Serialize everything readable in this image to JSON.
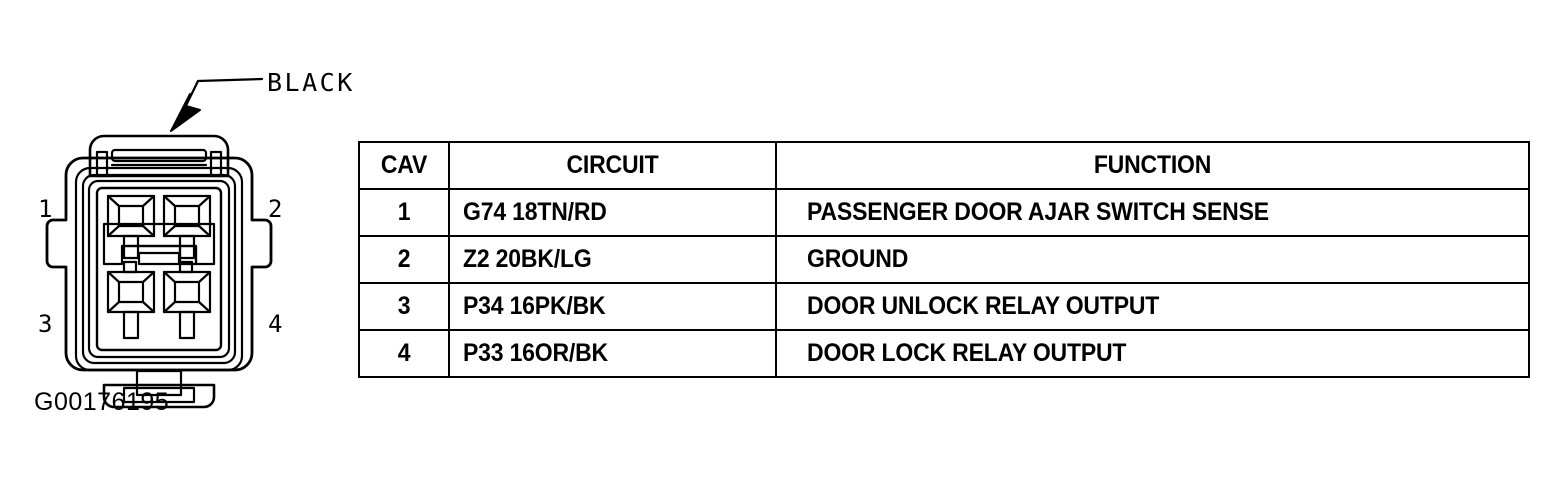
{
  "figure": {
    "id_label": "G00176195",
    "callout": {
      "label": "BLACK",
      "icon": "leader-arrow-icon"
    },
    "connector": {
      "name": "4-cavity-connector",
      "cavity_numbers": [
        "1",
        "2",
        "3",
        "4"
      ]
    }
  },
  "table": {
    "headers": {
      "cav": "CAV",
      "circuit": "CIRCUIT",
      "function": "FUNCTION"
    },
    "rows": [
      {
        "cav": "1",
        "circuit": "G74 18TN/RD",
        "function": "PASSENGER DOOR AJAR SWITCH SENSE"
      },
      {
        "cav": "2",
        "circuit": "Z2 20BK/LG",
        "function": "GROUND"
      },
      {
        "cav": "3",
        "circuit": "P34 16PK/BK",
        "function": "DOOR UNLOCK RELAY OUTPUT"
      },
      {
        "cav": "4",
        "circuit": "P33 16OR/BK",
        "function": "DOOR LOCK RELAY OUTPUT"
      }
    ]
  },
  "colors": {
    "ink": "#000000",
    "paper": "#ffffff"
  }
}
